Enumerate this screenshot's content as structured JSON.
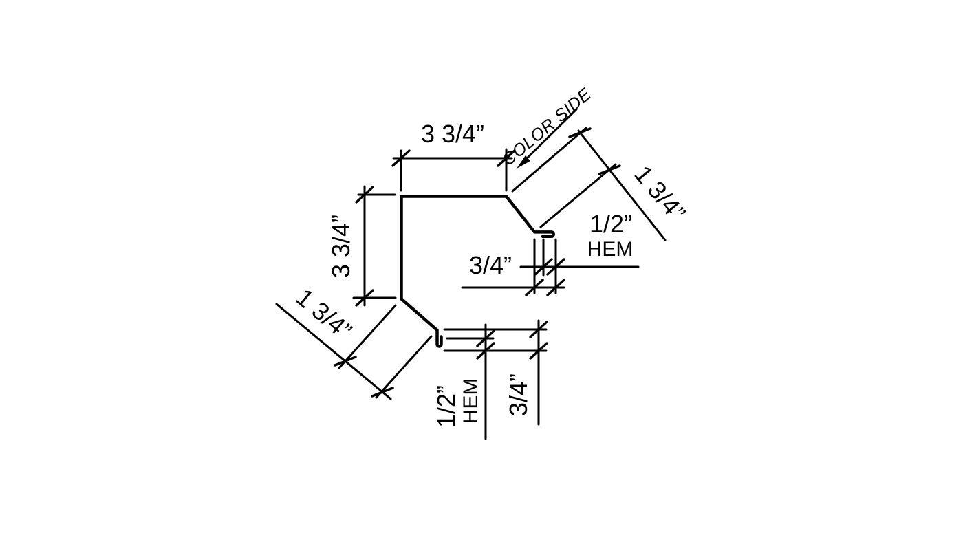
{
  "drawing": {
    "colors": {
      "background": "#ffffff",
      "line": "#000000"
    },
    "dimensions": {
      "top_width": "3 3/4”",
      "left_height": "3 3/4”",
      "top_flange": "1 3/4”",
      "bottom_flange": "1 3/4”",
      "top_leg": "3/4”",
      "top_hem_size": "1/2”",
      "top_hem_word": "HEM",
      "bottom_leg": "3/4”",
      "bottom_hem_size": "1/2”",
      "bottom_hem_word": "HEM"
    },
    "annotations": {
      "color_side": "COLOR SIDE"
    }
  }
}
